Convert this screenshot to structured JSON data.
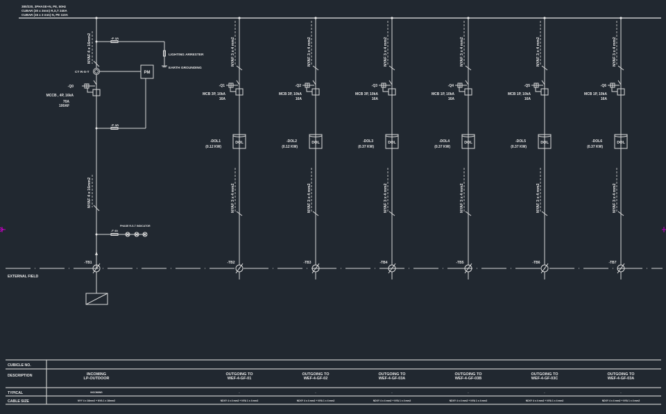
{
  "header_notes": [
    "380/220, 3PHASE+N, PE, 50Hz",
    "CUBAR (30 x 3mm) R,S,T 240A",
    "CUBAR (15 x 3 mm) N, PE 110A"
  ],
  "incoming": {
    "cable": "NYAF 4 x 16mm2",
    "fuse_top": "-F 4A",
    "arrester": "LIGHTING ARRESTER",
    "grounding": "EARTH GROUNDING",
    "ct": "CT R-S-T",
    "meter": "PM",
    "breaker_tag": "-Q0",
    "breaker_type": "MCCB , 4P, 16kA",
    "breaker_rating": "70A",
    "breaker_frame": "100AF",
    "fuse_bottom": "-F 4A",
    "fuse_indicator": "-F 4A",
    "indicator": "PHASE R-S-T INDICATOR",
    "terminal": "-TB1"
  },
  "external_field": "EXTERNAL FIELD",
  "feeders": [
    {
      "cable": "NYAF 3 x 4 mm2",
      "tag": "-Q1",
      "breaker": "MCB 3P, 10kA",
      "rating": "16A",
      "starter_tag": "-DOL1",
      "power": "(0.12 KW)",
      "starter": "DOL",
      "cable2": "NYAF 3 x 4 mm2",
      "terminal": "-TB2"
    },
    {
      "cable": "NYAF 3 x 4 mm2",
      "tag": "-Q2",
      "breaker": "MCB 3P, 10kA",
      "rating": "16A",
      "starter_tag": "-DOL2",
      "power": "(0.12 KW)",
      "starter": "DOL",
      "cable2": "NYAF 3 x 4 mm2",
      "terminal": "-TB3"
    },
    {
      "cable": "NYAF 3 x 4 mm2",
      "tag": "-Q3",
      "breaker": "MCB 3P, 10kA",
      "rating": "16A",
      "starter_tag": "-DOL3",
      "power": "(0.37 KW)",
      "starter": "DOL",
      "cable2": "NYAF 3 x 4 mm2",
      "terminal": "-TB4"
    },
    {
      "cable": "NYAF 3 x 4 mm2",
      "tag": "-Q4",
      "breaker": "MCB 1P, 10kA",
      "rating": "16A",
      "starter_tag": "-DOL4",
      "power": "(0.37 KW)",
      "starter": "DOL",
      "cable2": "NYAF 3 x 4 mm2",
      "terminal": "-TB5"
    },
    {
      "cable": "NYAF 3 x 4 mm2",
      "tag": "-Q5",
      "breaker": "MCB 1P, 10kA",
      "rating": "16A",
      "starter_tag": "-DOL5",
      "power": "(0.37 KW)",
      "starter": "DOL",
      "cable2": "NYAF 3 x 4 mm2",
      "terminal": "-TB6"
    },
    {
      "cable": "NYAF 3 x 4 mm2",
      "tag": "-Q6",
      "breaker": "MCB 1P, 10kA",
      "rating": "16A",
      "starter_tag": "-DOL6",
      "power": "(0.37 KW)",
      "starter": "DOL",
      "cable2": "NYAF 3 x 4 mm2",
      "terminal": "-TB7"
    }
  ],
  "table": {
    "row_labels": [
      "CUBICLE NO.",
      "DESCRIPTION",
      "TYPICAL",
      "CABLE SIZE"
    ],
    "columns": [
      {
        "desc1": "INCOMING",
        "desc2": "LP-OUTDOOR",
        "typical": "INCOMING",
        "cable": "NYY 4 x 16mm2 + NYA 1 x 16mm2"
      },
      {
        "desc1": "OUTGOING TO",
        "desc2": "WEF-4-GF-01",
        "typical": "-",
        "cable": "NDXY 4 x 4 mm2 + NYA 1 x 4 mm2"
      },
      {
        "desc1": "OUTGOING TO",
        "desc2": "WEF-4-GF-02",
        "typical": "-",
        "cable": "NDXY 4 x 4 mm2 + NYA 1 x 4 mm2"
      },
      {
        "desc1": "OUTGOING TO",
        "desc2": "WEF-4-GF-03A",
        "typical": "-",
        "cable": "NDXY 4 x 4 mm2 + NYA 1 x 4 mm2"
      },
      {
        "desc1": "OUTGOING TO",
        "desc2": "WEF-4-GF-03B",
        "typical": "-",
        "cable": "NDXY 4 x 4 mm2 + NYA 1 x 4 mm2"
      },
      {
        "desc1": "OUTGOING TO",
        "desc2": "WEF-4-GF-03C",
        "typical": "-",
        "cable": "NDXY 4 x 4 mm2 + NYA 1 x 4 mm2"
      },
      {
        "desc1": "OUTGOING TO",
        "desc2": "WEF-4-GF-03A",
        "typical": "-",
        "cable": "NDXY 4 x 4 mm2 + NYA 1 x 4 mm2"
      }
    ]
  },
  "colors": {
    "background": "#212830",
    "lines": "#dcdcdc",
    "ucs_marker": "#c000c0"
  }
}
